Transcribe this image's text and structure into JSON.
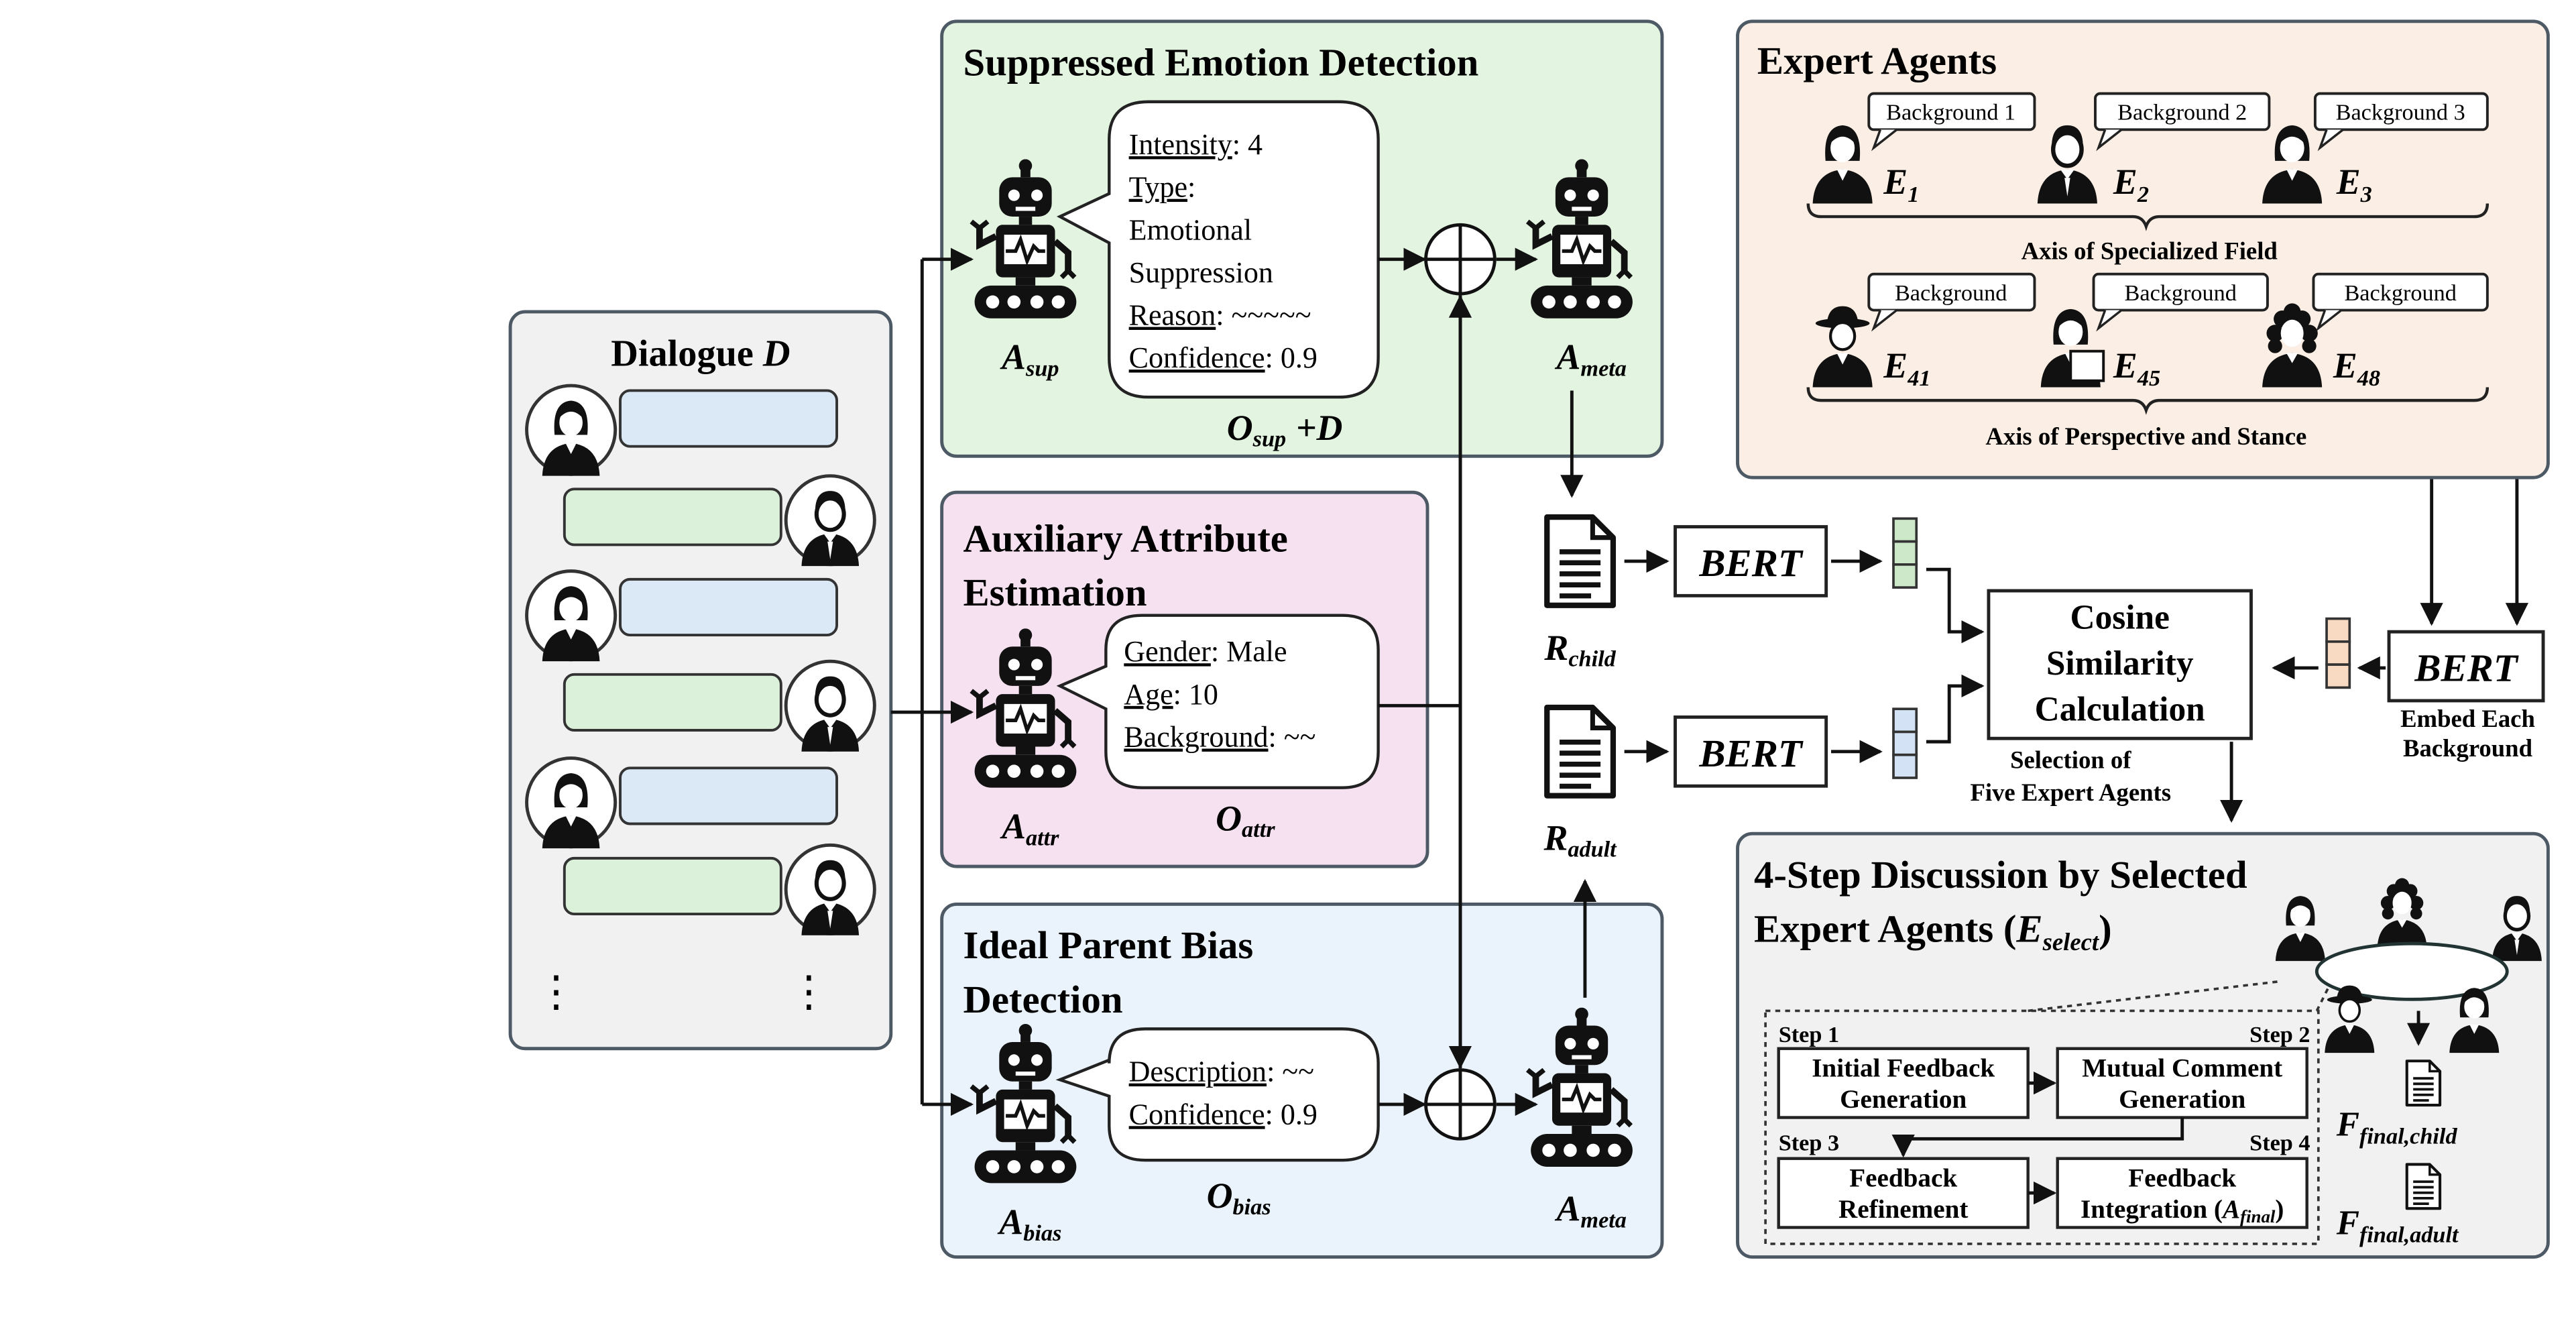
{
  "dialogue": {
    "title": "Dialogue",
    "symbol": "D",
    "ellipsis_left": "⋮",
    "ellipsis_right": "⋮"
  },
  "suppressed": {
    "title": "Suppressed Emotion Detection",
    "agent": {
      "main": "A",
      "sub": "sup"
    },
    "bubble": [
      {
        "label": "Intensity",
        "value": ": 4"
      },
      {
        "label": "Type",
        "value": ":"
      },
      {
        "label": "",
        "value": "Emotional"
      },
      {
        "label": "",
        "value": "Suppression"
      },
      {
        "label": "Reason",
        "value": ": ~~~~~"
      },
      {
        "label": "Confidence",
        "value": ": 0.9"
      }
    ],
    "output": {
      "main": "O",
      "sub": "sup",
      "suffix": "+D"
    },
    "meta": {
      "main": "A",
      "sub": "meta"
    }
  },
  "auxiliary": {
    "title_lines": [
      "Auxiliary Attribute",
      "Estimation"
    ],
    "agent": {
      "main": "A",
      "sub": "attr"
    },
    "bubble": [
      {
        "label": "Gender",
        "value": ": Male"
      },
      {
        "label": "Age",
        "value": ": 10"
      },
      {
        "label": "Background",
        "value": ": ~~"
      }
    ],
    "output": {
      "main": "O",
      "sub": "attr"
    }
  },
  "bias": {
    "title_lines": [
      "Ideal Parent Bias",
      "Detection"
    ],
    "agent": {
      "main": "A",
      "sub": "bias"
    },
    "bubble": [
      {
        "label": "Description",
        "value": ": ~~"
      },
      {
        "label": "Confidence",
        "value": ": 0.9"
      }
    ],
    "output": {
      "main": "O",
      "sub": "bias"
    },
    "meta": {
      "main": "A",
      "sub": "meta"
    }
  },
  "reports": {
    "child": {
      "main": "R",
      "sub": "child"
    },
    "adult": {
      "main": "R",
      "sub": "adult"
    }
  },
  "bert": {
    "label": "BERT",
    "embed_lines": [
      "Embed Each",
      "Background"
    ]
  },
  "cosine": {
    "lines": [
      "Cosine",
      "Similarity",
      "Calculation"
    ],
    "selection_lines": [
      "Selection of",
      "Five Expert Agents"
    ]
  },
  "experts": {
    "title": "Expert Agents",
    "row1": [
      {
        "tag": "Background 1",
        "main": "E",
        "sub": "1"
      },
      {
        "tag": "Background 2",
        "main": "E",
        "sub": "2"
      },
      {
        "tag": "Background 3",
        "main": "E",
        "sub": "3"
      }
    ],
    "row2": [
      {
        "tag": "Background",
        "main": "E",
        "sub": "41"
      },
      {
        "tag": "Background",
        "main": "E",
        "sub": "45"
      },
      {
        "tag": "Background",
        "main": "E",
        "sub": "48"
      }
    ],
    "axis1": "Axis of Specialized Field",
    "axis2": "Axis of Perspective and Stance"
  },
  "discussion": {
    "title_line1": "4-Step Discussion by Selected",
    "title_line2": "Expert Agents",
    "select": {
      "main": "E",
      "sub": "select"
    },
    "steps": [
      {
        "step": "Step 1",
        "lines": [
          "Initial Feedback",
          "Generation"
        ]
      },
      {
        "step": "Step 2",
        "lines": [
          "Mutual Comment",
          "Generation"
        ]
      },
      {
        "step": "Step 3",
        "lines": [
          "Feedback",
          "Refinement"
        ]
      },
      {
        "step": "Step 4",
        "lines": [
          "Feedback",
          "Integration ("
        ],
        "final": {
          "main": "A",
          "sub": "final"
        }
      }
    ],
    "final_child": {
      "main": "F",
      "sub": "final,child"
    },
    "final_adult": {
      "main": "F",
      "sub": "final,adult"
    }
  },
  "colors": {
    "green_panel": "#e3f4e1",
    "pink_panel": "#f6e1f1",
    "blue_panel": "#eaf2fb",
    "peach_panel": "#fbeee4",
    "gray_panel": "#f1f1f1",
    "panel_stroke": "#4d5a66",
    "bubble_blue": "#dbe9f7",
    "bubble_green": "#dcf1da",
    "vec_green": "#cde8c8",
    "vec_blue": "#d3e2f4",
    "vec_peach": "#f8d9c2"
  }
}
